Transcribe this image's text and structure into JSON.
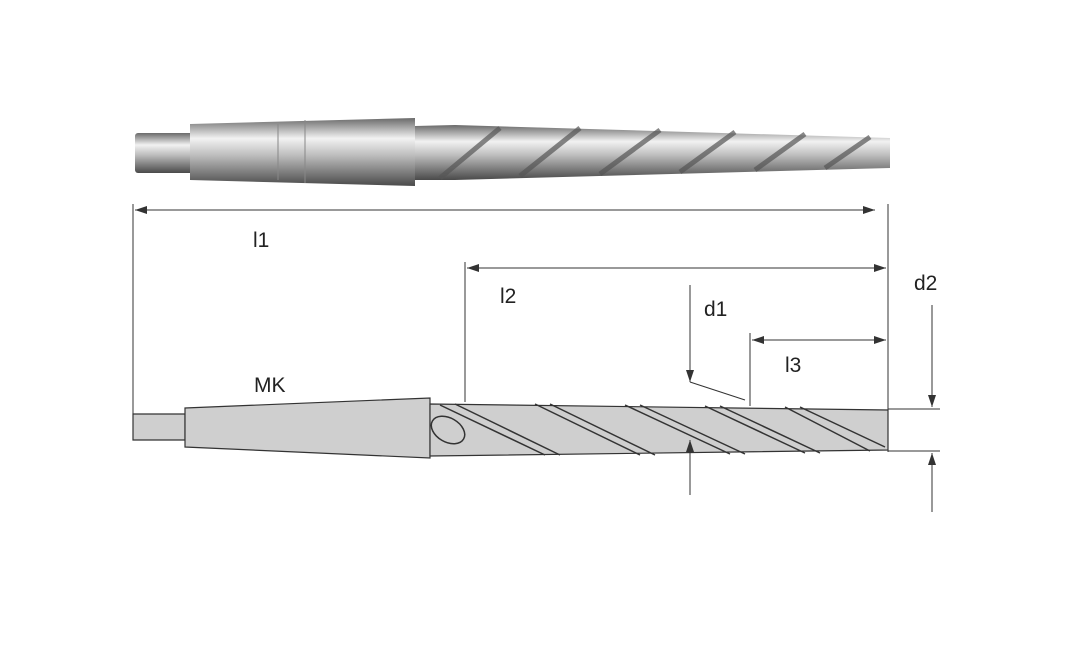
{
  "diagram": {
    "subject": "taper-shank-reamer",
    "labels": {
      "l1": "l1",
      "l2": "l2",
      "l3": "l3",
      "d1": "d1",
      "d2": "d2",
      "mk": "MK"
    },
    "colors": {
      "line": "#333333",
      "body_fill": "#cfcfcf",
      "metal_dark": "#5a5a5a",
      "metal_light": "#eeeeee"
    }
  }
}
